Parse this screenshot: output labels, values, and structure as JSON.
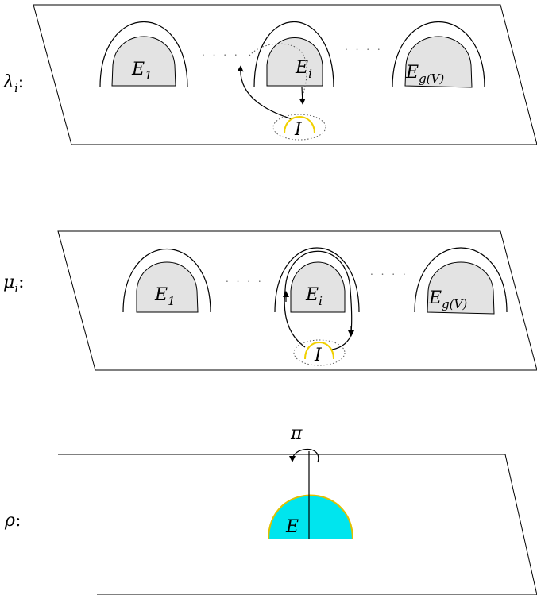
{
  "panels": [
    {
      "label": "λ",
      "label_sub": "i",
      "label_suffix": ":",
      "disks": [
        {
          "base": "E",
          "sub": "1"
        },
        {
          "base": "E",
          "sub": "i"
        },
        {
          "base": "E",
          "sub": "g(V)"
        }
      ],
      "dots": [
        ". . . .",
        ". . . ."
      ],
      "interval": "I"
    },
    {
      "label": "μ",
      "label_sub": "i",
      "label_suffix": ":",
      "disks": [
        {
          "base": "E",
          "sub": "1"
        },
        {
          "base": "E",
          "sub": "i"
        },
        {
          "base": "E",
          "sub": "g(V)"
        }
      ],
      "dots": [
        ". . . .",
        ". . . ."
      ],
      "interval": "I"
    },
    {
      "label": "ρ",
      "label_suffix": ":",
      "disk": "E",
      "rotation": "π"
    }
  ],
  "colors": {
    "disk_fill": "#e3e3e3",
    "interval": "#f0d000",
    "half_disk_fill": "#00e5ee",
    "half_disk_edge": "#e0c000",
    "stroke": "#000000"
  }
}
